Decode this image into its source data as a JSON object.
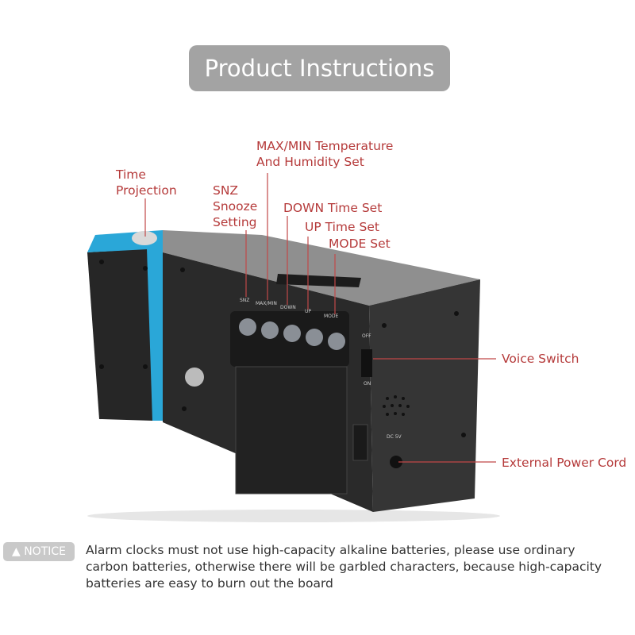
{
  "header": {
    "title": "Product Instructions"
  },
  "callouts": {
    "time_projection": [
      "Time",
      "Projection"
    ],
    "snooze": [
      "SNZ",
      "Snooze",
      "Setting"
    ],
    "maxmin": [
      "MAX/MIN Temperature",
      "And Humidity Set"
    ],
    "down": "DOWN Time Set",
    "up": "UP Time Set",
    "mode": "MODE Set",
    "voice": "Voice Switch",
    "power": "External Power Cord"
  },
  "device_labels": {
    "snz": "SNZ",
    "maxmin": "MAX/MIN",
    "down": "DOWN",
    "up": "UP",
    "mode": "MODE",
    "off": "OFF",
    "on": "ON",
    "dc": "DC 5V"
  },
  "notice": {
    "badge": "▲ NOTICE",
    "text": "Alarm clocks must not use high-capacity alkaline batteries, please use ordinary carbon batteries, otherwise there will be garbled characters, because high-capacity batteries are easy to burn out the board"
  },
  "colors": {
    "accent": "#b53a3a",
    "cap": "#2aa7d8"
  }
}
